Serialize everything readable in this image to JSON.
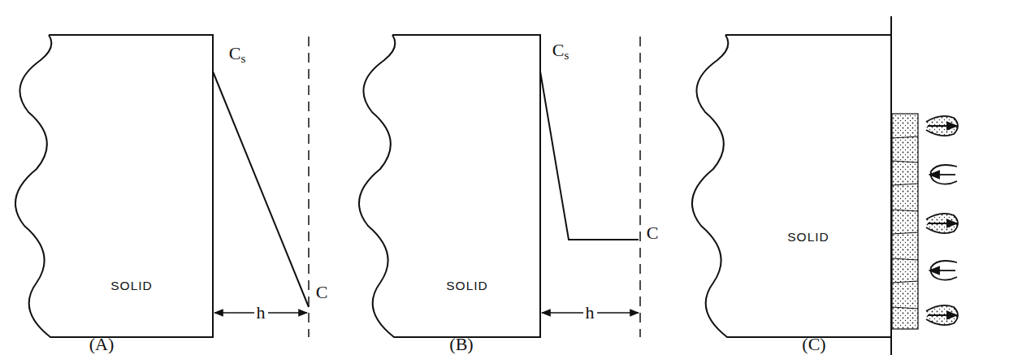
{
  "diagram": {
    "nodes": [
      {
        "text": [
          "SOLID"
        ]
      },
      {
        "text": [
          "SOLID"
        ]
      },
      {
        "text": [
          "SOLID"
        ]
      }
    ],
    "labels": [
      "Cs",
      "C",
      "h",
      "(A)",
      "Cs",
      "C",
      "h",
      "(B)",
      "(C)"
    ]
  }
}
